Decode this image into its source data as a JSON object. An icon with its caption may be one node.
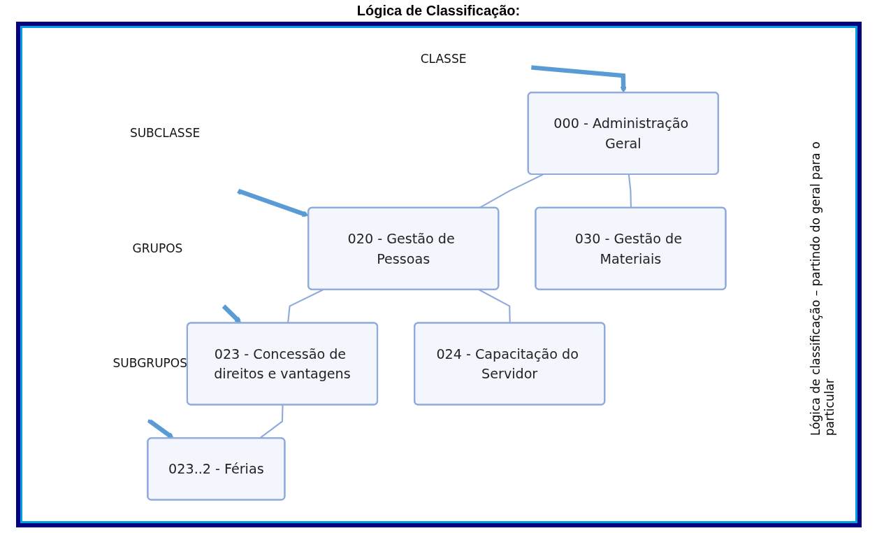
{
  "diagram": {
    "title": "Lógica de Classificação:",
    "nodes": [
      {
        "text": [
          "CLASSE"
        ]
      },
      {
        "text": [
          "000 - Administração Geral"
        ]
      },
      {
        "text": [
          "SUBCLASSE"
        ]
      },
      {
        "text": [
          "020 - Gestão de Pessoas"
        ]
      },
      {
        "text": [
          "030 - Gestão de Materiais"
        ]
      },
      {
        "text": [
          "GRUPOS"
        ]
      },
      {
        "text": [
          "023 - Concessão de direitos e vantagens"
        ]
      },
      {
        "text": [
          "024 - Capacitação do Servidor"
        ]
      },
      {
        "text": [
          "SUBGRUPOS"
        ]
      },
      {
        "text": [
          "023..2 - Férias"
        ]
      }
    ],
    "edges": [
      {
        "from": 0,
        "to": 1,
        "arrow": "to",
        "style": "thick",
        "color": "#5b9bd5"
      },
      {
        "from": 1,
        "to": 3,
        "arrow": "none"
      },
      {
        "from": 1,
        "to": 4,
        "arrow": "none"
      },
      {
        "from": 2,
        "to": 3,
        "arrow": "to",
        "style": "thick",
        "color": "#5b9bd5"
      },
      {
        "from": 3,
        "to": 6,
        "arrow": "none"
      },
      {
        "from": 3,
        "to": 7,
        "arrow": "none"
      },
      {
        "from": 5,
        "to": 6,
        "arrow": "to",
        "style": "thick",
        "color": "#5b9bd5"
      },
      {
        "from": 6,
        "to": 9,
        "arrow": "none"
      },
      {
        "from": 8,
        "to": 9,
        "arrow": "to",
        "style": "thick",
        "color": "#5b9bd5"
      }
    ],
    "labels": [
      "Lógica de classificação – partindo do geral para o particular"
    ]
  }
}
